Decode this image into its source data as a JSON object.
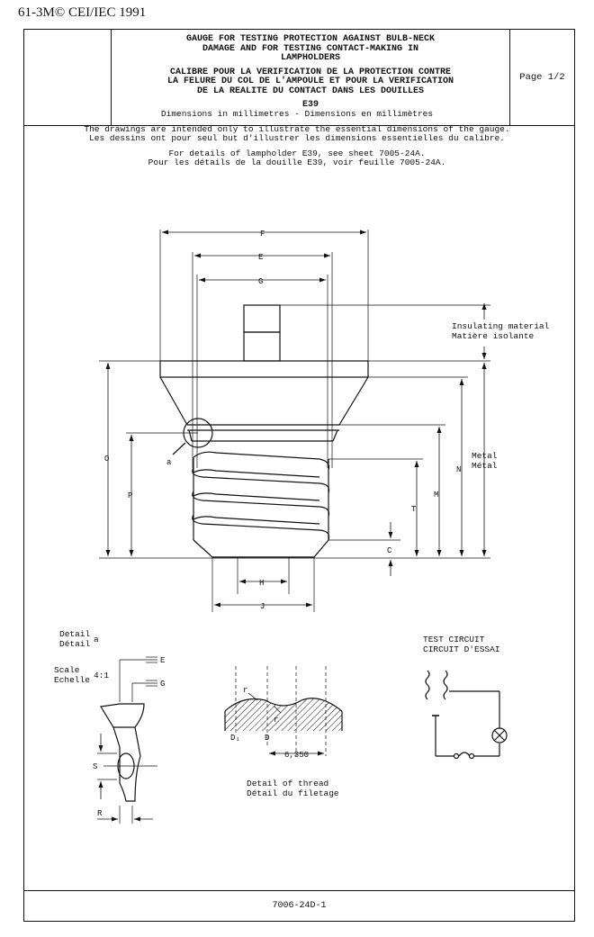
{
  "standard_ref": "61-3M© CEI/IEC 1991",
  "header": {
    "title_en": [
      "GAUGE FOR TESTING PROTECTION AGAINST BULB-NECK",
      "DAMAGE AND FOR TESTING CONTACT-MAKING IN",
      "LAMPHOLDERS"
    ],
    "title_fr": [
      "CALIBRE POUR LA VERIFICATION DE LA PROTECTION CONTRE",
      "LA FELURE DU COL DE L'AMPOULE ET POUR LA VERIFICATION",
      "DE LA REALITE DU CONTACT DANS LES DOUILLES"
    ],
    "code": "E39",
    "page": "Page 1/2"
  },
  "intro": {
    "dimensions": "Dimensions in millimetres - Dimensions en millimètres",
    "purpose_en": "The drawings are intended only to illustrate the essential dimensions of the gauge.",
    "purpose_fr": "Les dessins ont pour seul but d'illustrer les dimensions essentielles du calibre.",
    "details_en": "For details of lampholder E39, see sheet 7005-24A.",
    "details_fr": "Pour les détails de la douille E39, voir feuille 7005-24A."
  },
  "main_drawing": {
    "dims": {
      "F": "F",
      "E": "E",
      "G": "G",
      "O": "O",
      "P": "P",
      "N": "N",
      "M": "M",
      "T": "T",
      "C": "C",
      "H": "H",
      "J": "J",
      "a": "a"
    },
    "insulating": [
      "Insulating material",
      "Matière isolante"
    ],
    "metal": [
      "Metal",
      "Métal"
    ]
  },
  "detail_a": {
    "title": [
      "Detail",
      "Détail"
    ],
    "marker": "a",
    "scale": [
      "Scale",
      "Echelle"
    ],
    "scale_value": "4:1",
    "dims": {
      "E": "E",
      "G": "G",
      "S": "S",
      "R": "R"
    }
  },
  "thread_detail": {
    "caption": [
      "Detail of thread",
      "Détail du filetage"
    ],
    "r1": "r",
    "r2": "r",
    "d1": "D₁",
    "d": "D",
    "pitch": "6,350"
  },
  "test_circuit": {
    "title": [
      "TEST CIRCUIT",
      "CIRCUIT D'ESSAI"
    ]
  },
  "footer": "7006-24D-1"
}
